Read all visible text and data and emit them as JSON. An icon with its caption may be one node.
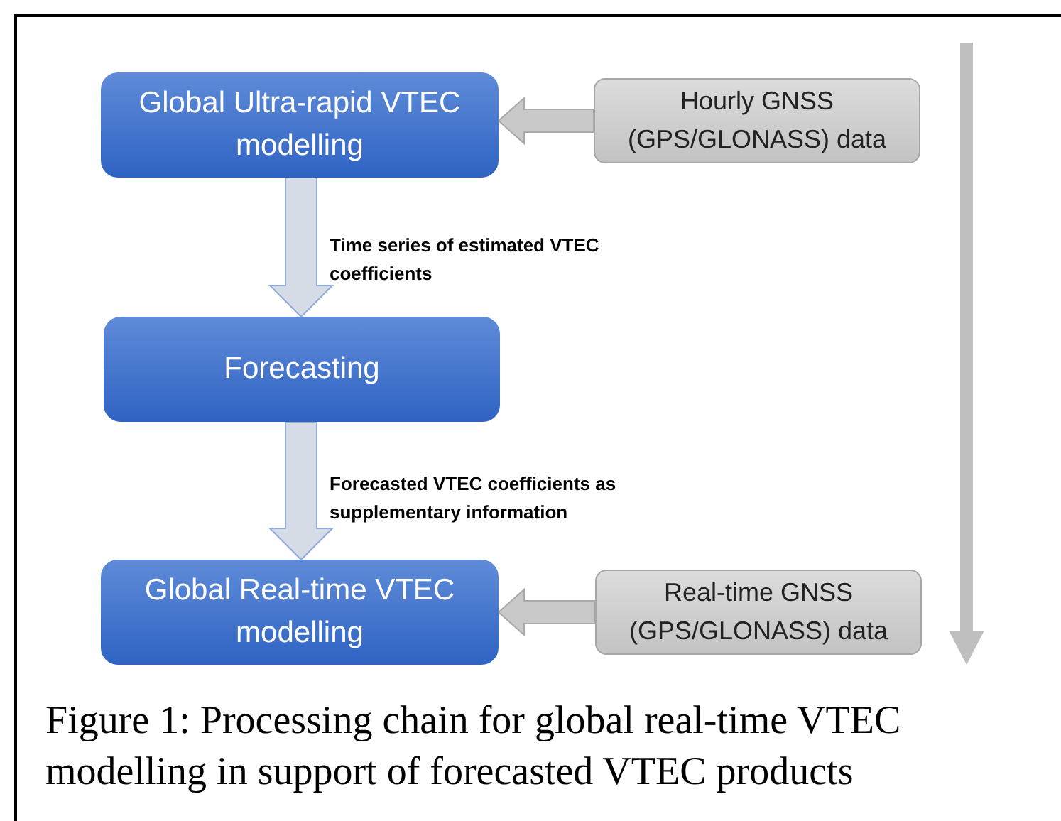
{
  "diagram": {
    "caption": "Figure 1: Processing chain for global real-time VTEC modelling in support of forecasted VTEC products",
    "nodes": [
      {
        "text": [
          "Global Ultra-rapid VTEC modelling"
        ]
      },
      {
        "text": [
          "Hourly GNSS (GPS/GLONASS) data"
        ]
      },
      {
        "text": [
          "Forecasting"
        ]
      },
      {
        "text": [
          "Global Real-time VTEC modelling"
        ]
      },
      {
        "text": [
          "Real-time GNSS (GPS/GLONASS) data"
        ]
      }
    ],
    "edges": [
      {
        "from": 1,
        "to": 0,
        "arrow": "to"
      },
      {
        "from": 0,
        "to": 2,
        "arrow": "to",
        "label": "Time series of estimated VTEC coefficients"
      },
      {
        "from": 2,
        "to": 3,
        "arrow": "to",
        "label": "Forecasted VTEC coefficients as supplementary information"
      },
      {
        "from": 4,
        "to": 3,
        "arrow": "to"
      }
    ]
  }
}
